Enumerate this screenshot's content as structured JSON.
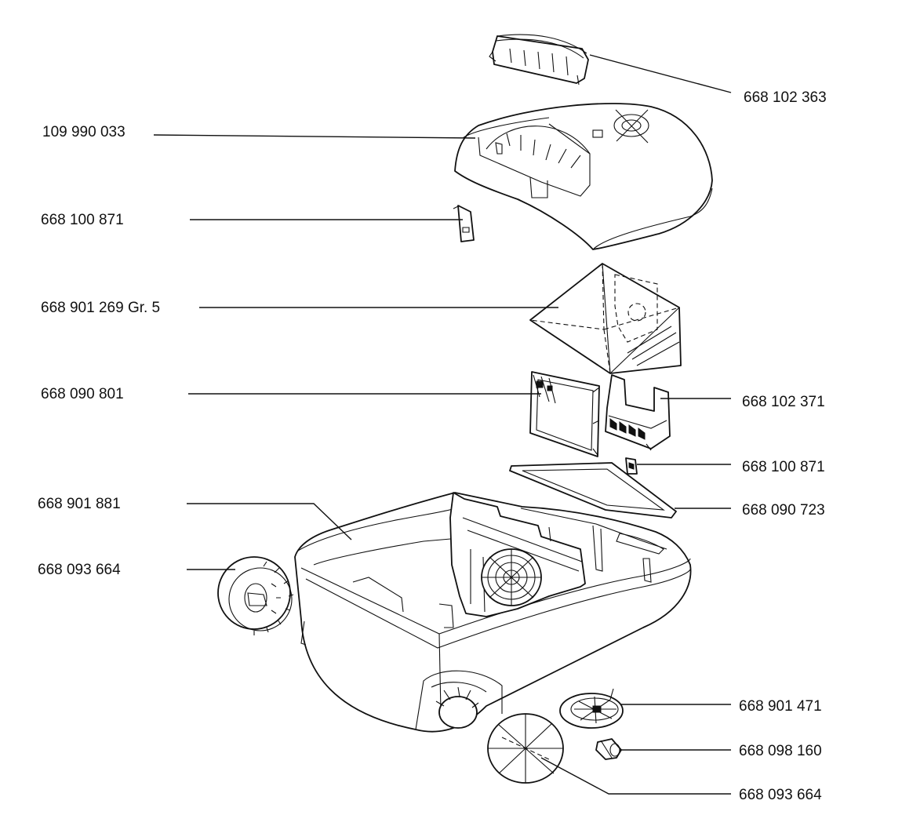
{
  "labels": {
    "handle": "668 102 363",
    "cover_left": "109 990 033",
    "clip_top": "668 100 871",
    "bag": "668 901 269 Gr. 5",
    "filter_panel": "668 090 801",
    "bag_holder": "668 102 371",
    "clip_mid": "668 100 871",
    "frame_filter": "668 090 723",
    "body": "668 901 881",
    "wheel_left": "668 093 664",
    "wheel_small": "668 901 471",
    "axle": "668 098 160",
    "wheel_bottom": "668 093 664"
  },
  "icons": [
    "handle-part",
    "cover-part",
    "clip-part",
    "bag-part",
    "filter-panel-part",
    "bag-holder-part",
    "frame-filter-part",
    "body-part",
    "wheel-part",
    "small-wheel-part",
    "axle-part"
  ]
}
